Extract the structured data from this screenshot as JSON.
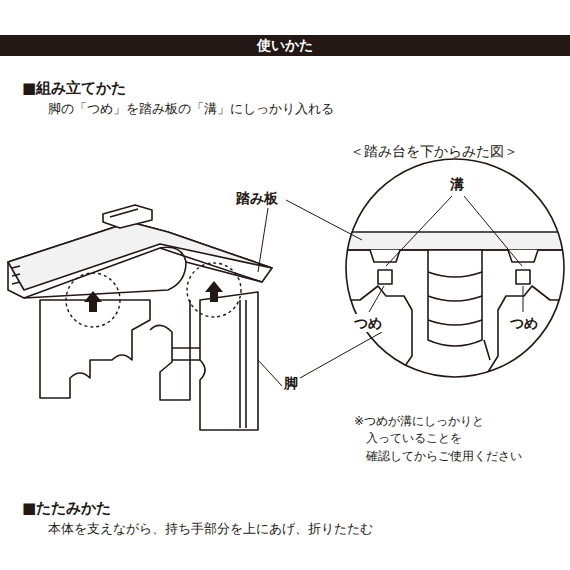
{
  "diagram": {
    "nodes": [
      {
        "text": [
          "使いかた"
        ]
      }
    ],
    "labels": [
      "■組み立てかた",
      "脚の「つめ」を踏み板の「溝」にしっかり入れる",
      "＜踏み台を下からみた図＞",
      "踏み板",
      "溝",
      "つめ",
      "つめ",
      "脚",
      "※つめが溝にしっかりと 入っていることを 確認してからご使用ください",
      "■たたみかた",
      "本体を支えながら、持ち手部分を上にあげ、折りたたむ"
    ]
  }
}
